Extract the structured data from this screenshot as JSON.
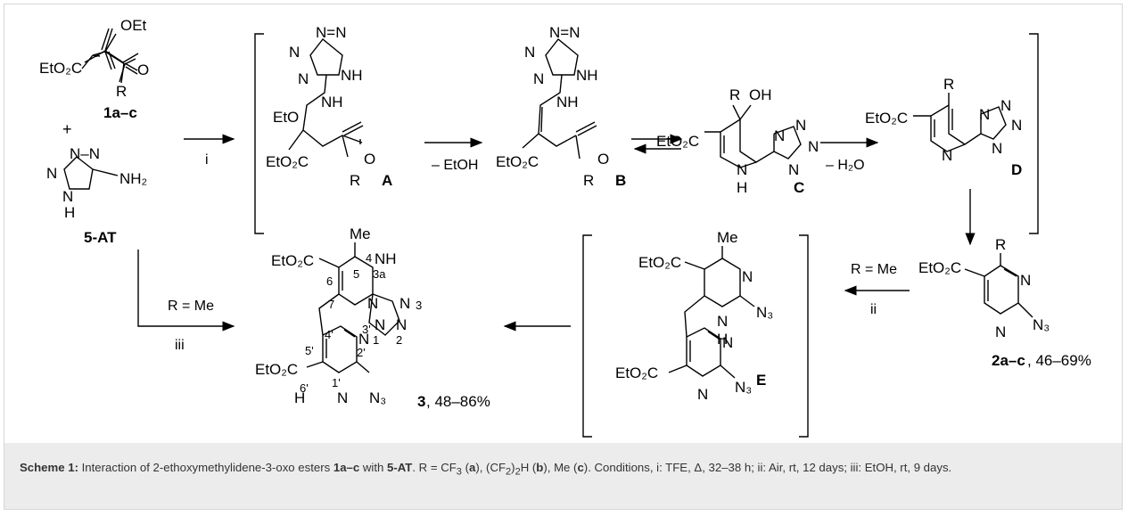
{
  "labels": {
    "OEt": "OEt",
    "EtO2C": "EtO₂C",
    "O": "O",
    "R": "R",
    "NH": "NH",
    "N": "N",
    "H": "H",
    "EtO": "EtO",
    "OH": "OH",
    "NH2": "NH₂",
    "N3": "N₃",
    "Me": "Me",
    "plus": "+",
    "NNN": "N–N",
    "NeqN": "N"
  },
  "compounds": {
    "c1": "1a–c",
    "c5at": "5-AT",
    "cA": "A",
    "cB": "B",
    "cC": "C",
    "cD": "D",
    "cE": "E",
    "c2": "2a–c",
    "c2_yield": ", 46–69%",
    "c3": "3",
    "c3_yield": ", 48–86%"
  },
  "conditions": {
    "i": "i",
    "ii": "ii",
    "iii": "iii",
    "minus_etoh": "– EtOH",
    "minus_h2o": "– H₂O",
    "r_me": "R = Me"
  },
  "numbering": [
    "4",
    "5",
    "6",
    "7",
    "3a",
    "3",
    "2",
    "1",
    "4'",
    "3'",
    "5'",
    "1'",
    "2'",
    "6'"
  ],
  "caption": {
    "label": "Scheme 1:",
    "t1": " Interaction of 2-ethoxymethylidene-3-oxo esters ",
    "b1": "1a–c",
    "t2": " with ",
    "b2": "5-AT",
    "t3": ". R = CF",
    "s3": "3",
    "t4": " (",
    "b4": "a",
    "t5": "), (CF",
    "s5": "2",
    "t6": ")",
    "s6": "2",
    "t7": "H (",
    "b7": "b",
    "t8": "), Me (",
    "b8": "c",
    "t9": "). Conditions, i: TFE, Δ, 32–38 h; ii: Air, rt, 12 days; iii: EtOH, rt, 9 days."
  }
}
